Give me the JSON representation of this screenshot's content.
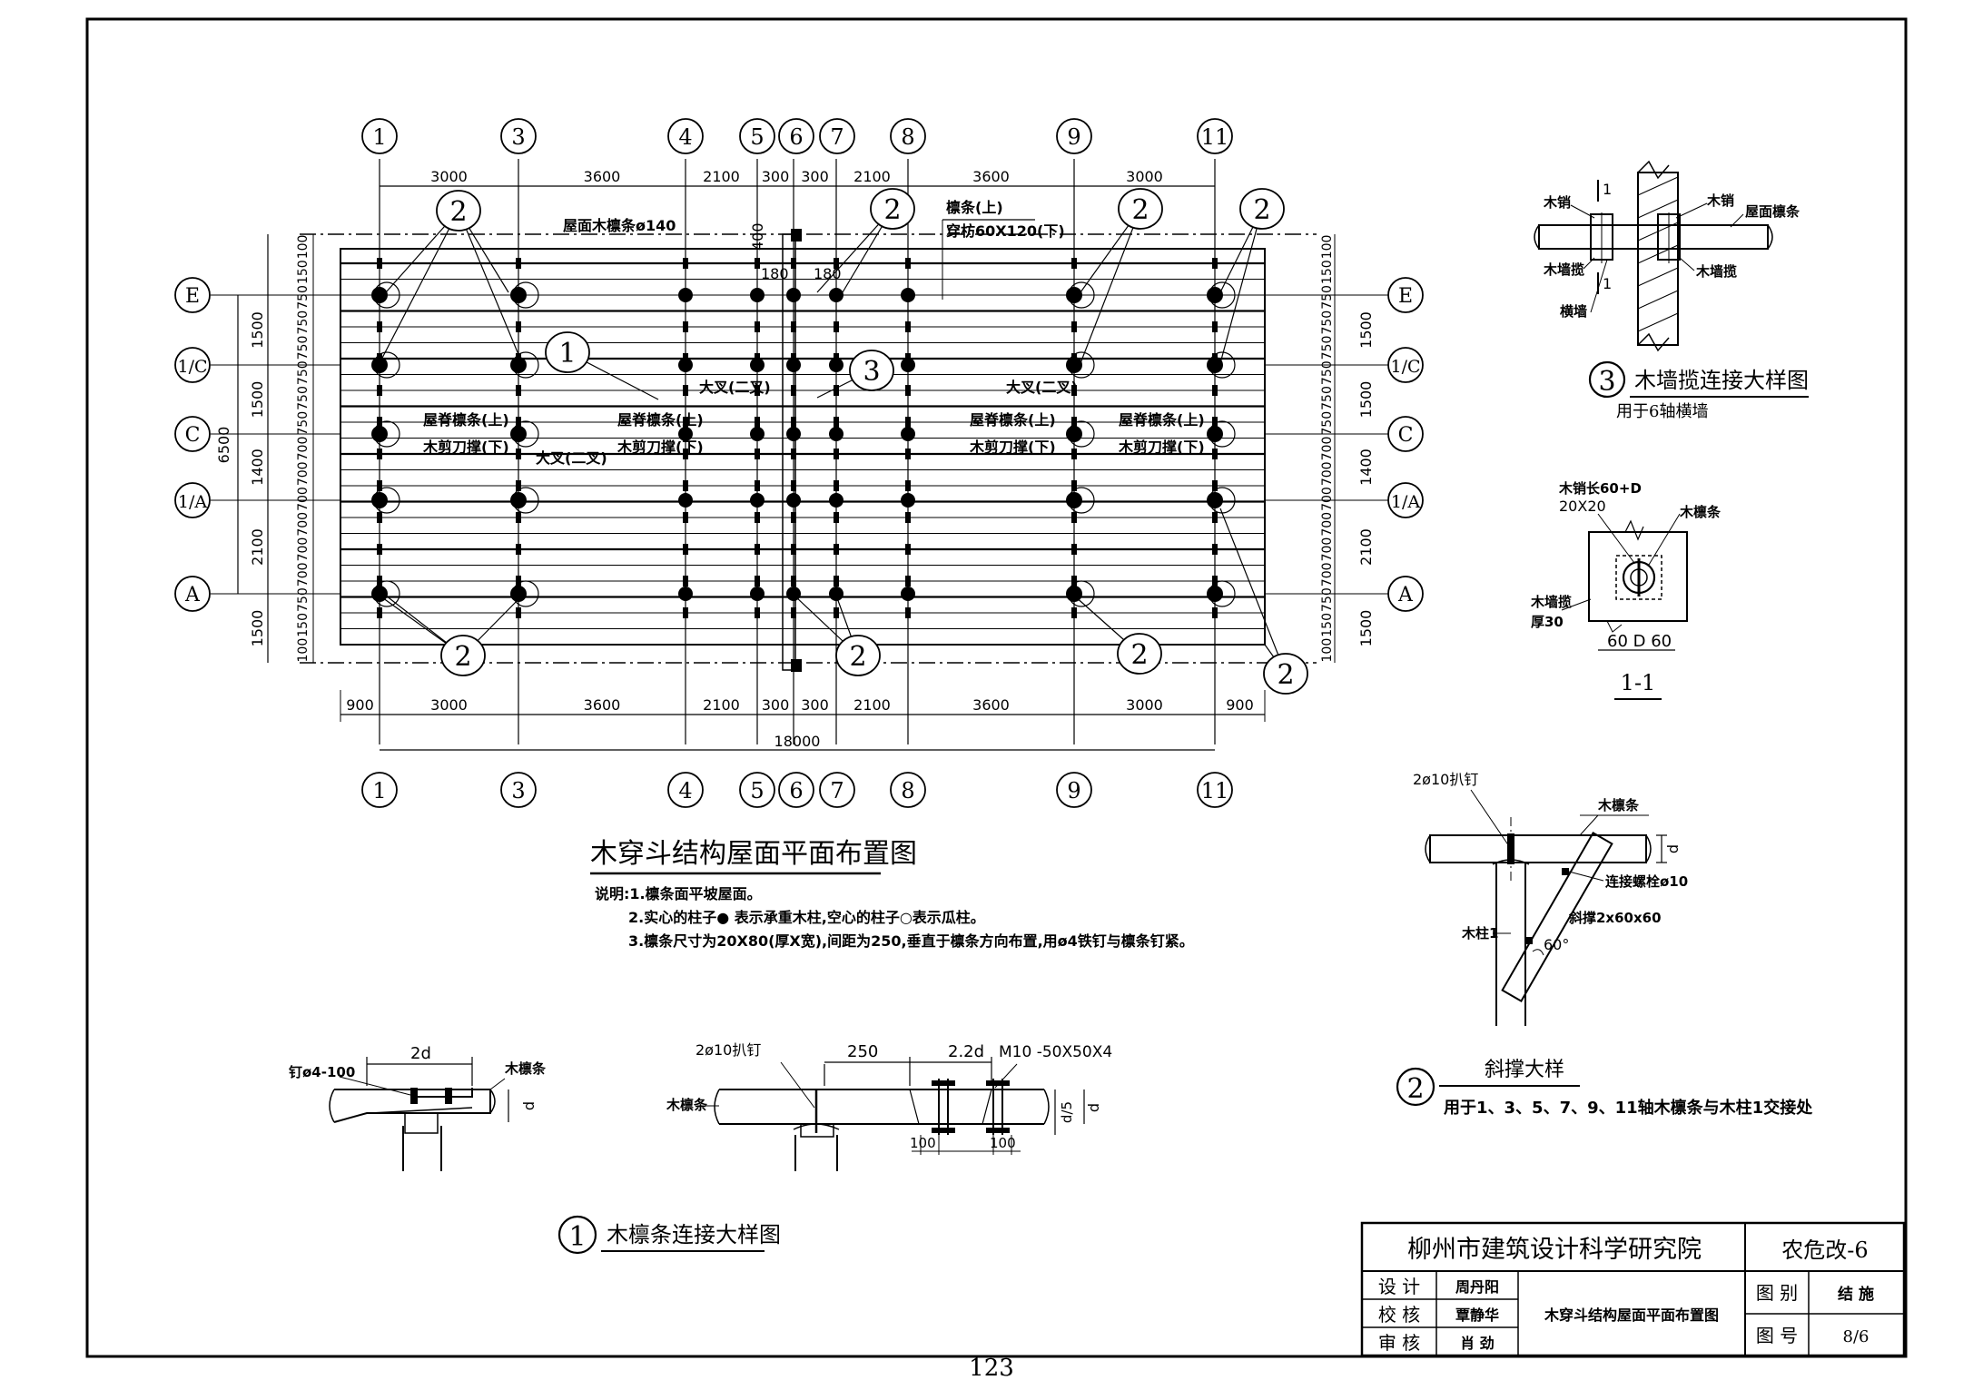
{
  "plan": {
    "title": "木穿斗结构屋面平面布置图",
    "grid_top": [
      "1",
      "3",
      "4",
      "5",
      "6",
      "7",
      "8",
      "9",
      "11"
    ],
    "grid_rows": [
      "E",
      "1/C",
      "C",
      "1/A",
      "A"
    ],
    "dims_top": [
      "3000",
      "3600",
      "2100",
      "300",
      "300",
      "2100",
      "3600",
      "3000"
    ],
    "dims_bottom": [
      "900",
      "3000",
      "3600",
      "2100",
      "300",
      "300",
      "2100",
      "3600",
      "3000",
      "900"
    ],
    "total_length": "18000",
    "total_height": "6500",
    "side_dims_major": [
      "1500",
      "1500",
      "1400",
      "2100",
      "1500"
    ],
    "side_small": [
      "100",
      "150",
      "750",
      "750",
      "750",
      "750",
      "750",
      "750",
      "700",
      "700",
      "700",
      "700",
      "700",
      "700",
      "750",
      "150",
      "100"
    ],
    "labels": {
      "roof_purlin": "屋面木檩条ø140",
      "purlin_up": "檩条(上)",
      "tenon": "穿枋60X120(下)",
      "ridge_purlin": "屋脊檩条(上)",
      "knife_brace": "木剪刀撑(下)",
      "big_fork": "大叉(二叉)",
      "d400": "400",
      "d180a": "180",
      "d180b": "180"
    },
    "callout_2": "2",
    "callout_1": "1",
    "callout_3": "3"
  },
  "notes": {
    "head": "说明:1.檩条面平坡屋面。",
    "n2": "2.实心的柱子● 表示承重木柱,空心的柱子○表示瓜柱。",
    "n3": "3.檩条尺寸为20X80(厚X宽),间距为250,垂直于檩条方向布置,用ø4铁钉与檩条钉紧。"
  },
  "detail1": {
    "num": "1",
    "title": "木檩条连接大样图",
    "nail": "钉ø4-100",
    "two_d": "2d",
    "purlin": "木檩条",
    "d": "d",
    "rivet": "2ø10扒钉",
    "d250": "250",
    "d22": "2.2d",
    "bolt": "M10 -50X50X4",
    "purlin2": "木檩条",
    "d100a": "100",
    "d100b": "100",
    "d5": "d/5",
    "d2": "d"
  },
  "detail2": {
    "num": "2",
    "title": "斜撑大样",
    "sub": "用于1、3、5、7、9、11轴木檩条与木柱1交接处",
    "rivet": "2ø10扒钉",
    "purlin": "木檩条",
    "bolt": "连接螺栓ø10",
    "brace": "斜撑2x60x60",
    "col": "木柱1",
    "d": "d",
    "ang": "60°"
  },
  "detail3": {
    "num": "3",
    "title": "木墙揽连接大样图",
    "sub": "用于6轴横墙",
    "pin_l": "木销",
    "pin_r": "木销",
    "purlin": "屋面檩条",
    "strap_l": "木墙揽",
    "strap_r": "木墙揽",
    "wall": "横墙",
    "sec_a": "1",
    "sec_b": "1"
  },
  "section11": {
    "title": "1-1",
    "pin": "木销长60+D",
    "pin_size": "20X20",
    "purlin": "木檩条",
    "strap": "木墙揽",
    "thick": "厚30",
    "dims": "60 D 60"
  },
  "titleblock": {
    "org": "柳州市建筑设计科学研究院",
    "code": "农危改-6",
    "roles": [
      "设 计",
      "校 核",
      "审 核"
    ],
    "names": [
      "周丹阳",
      "覃静华",
      "肖 劲"
    ],
    "drawing": "木穿斗结构屋面平面布置图",
    "cat_label": "图 别",
    "cat_value": "结 施",
    "no_label": "图 号",
    "no_value": "8/6"
  },
  "page_number": "123"
}
